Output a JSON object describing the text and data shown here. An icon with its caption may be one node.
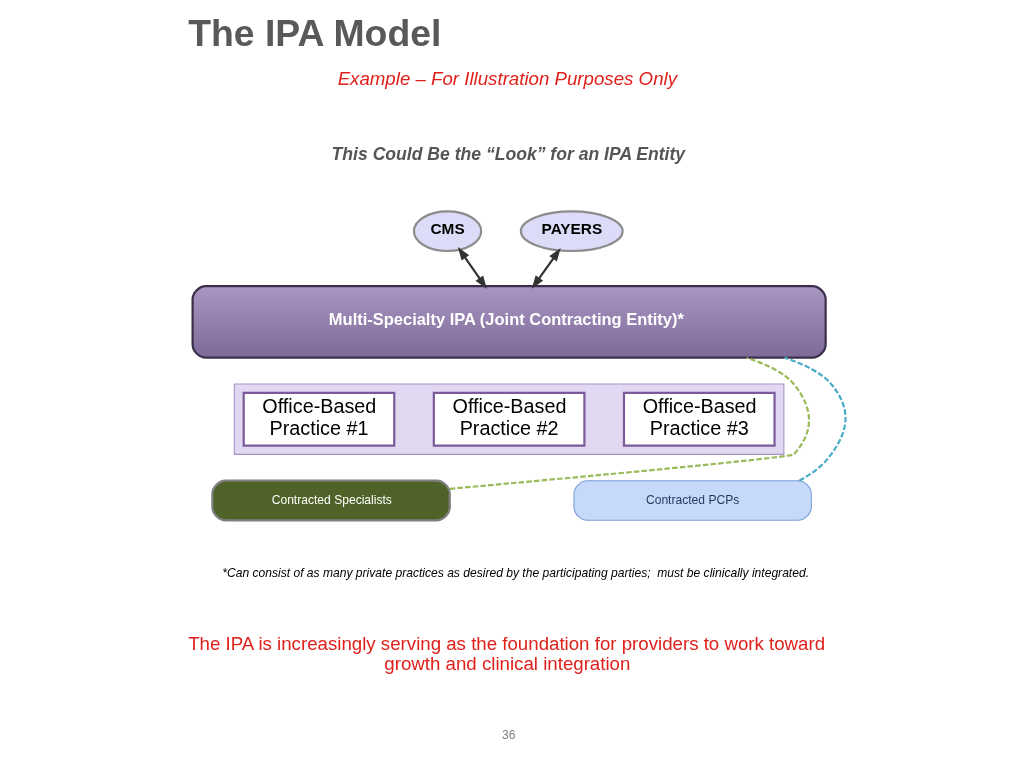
{
  "diagram": {
    "title": "The IPA Model",
    "nodes": [
      {
        "text": [
          "CMS"
        ]
      },
      {
        "text": [
          "PAYERS"
        ]
      },
      {
        "text": [
          "Multi-Specialty IPA (Joint Contracting Entity)*"
        ]
      },
      {
        "text": [],
        "shape": "box"
      },
      {
        "text": [
          "Office-Based Practice #1"
        ],
        "in": 3
      },
      {
        "text": [
          "Office-Based Practice #2"
        ],
        "in": 3
      },
      {
        "text": [
          "Office-Based Practice #3"
        ],
        "in": 3
      },
      {
        "text": [
          "Contracted Specialists"
        ]
      },
      {
        "text": [
          "Contracted PCPs"
        ]
      }
    ],
    "edges": [
      {
        "from": 0,
        "to": 2,
        "arrow": "both"
      },
      {
        "from": 1,
        "to": 2,
        "arrow": "both"
      },
      {
        "from": 7,
        "to": 2,
        "arrow": "none",
        "style": "dashed",
        "color": "#9bbb59"
      },
      {
        "from": 8,
        "to": 2,
        "arrow": "none",
        "style": "dashed",
        "color": "#4bacc6"
      }
    ],
    "labels": [
      "Example – For Illustration Purposes Only",
      "This Could Be the “Look” for an IPA Entity",
      "*Can consist of as many private practices as desired by the participating parties;  must be clinically integrated.",
      "The IPA is increasingly serving as the foundation for providers to work toward growth and clinical integration",
      "36"
    ]
  }
}
